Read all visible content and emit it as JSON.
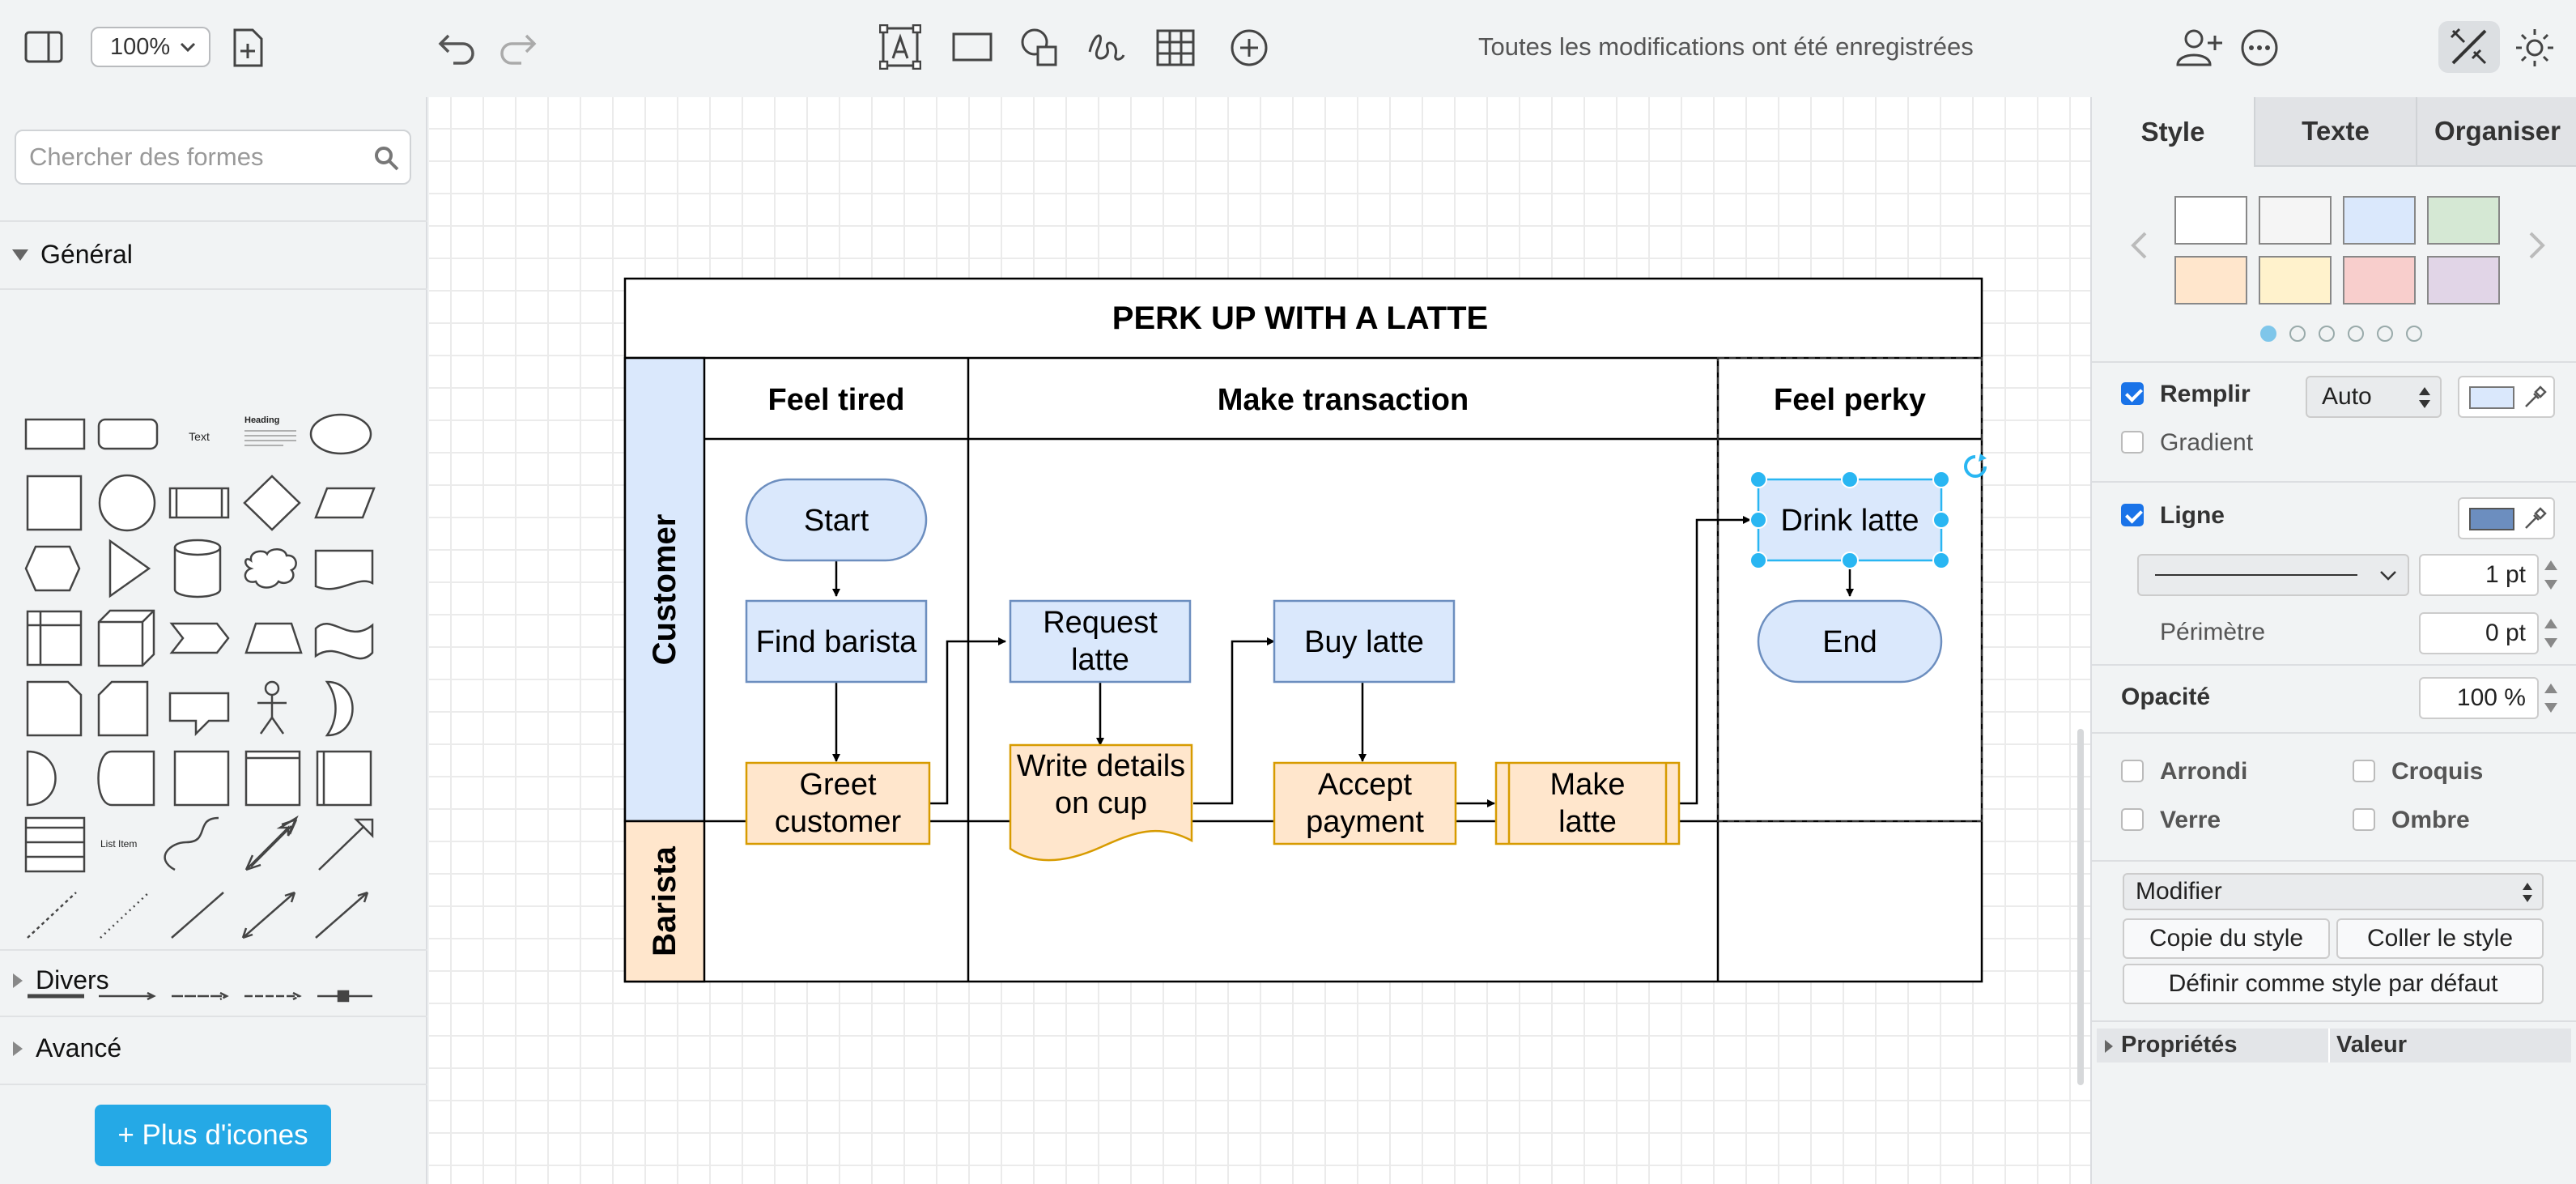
{
  "toolbar": {
    "zoom": "100%",
    "save_status": "Toutes les modifications ont été enregistrées"
  },
  "sidebar": {
    "search_placeholder": "Chercher des formes",
    "sections": {
      "general": "Général",
      "misc": "Divers",
      "advanced": "Avancé"
    },
    "shape_labels": {
      "text": "Text",
      "heading": "Heading",
      "list_item": "List Item"
    },
    "more_shapes": "+ Plus d'icones"
  },
  "diagram": {
    "title": "PERK UP WITH A LATTE",
    "phases": [
      "Feel tired",
      "Make transaction",
      "Feel perky"
    ],
    "lanes": [
      "Customer",
      "Barista"
    ],
    "nodes": {
      "start": "Start",
      "find_barista": "Find barista",
      "request_latte": [
        "Request",
        "latte"
      ],
      "buy_latte": "Buy latte",
      "drink_latte": "Drink latte",
      "end": "End",
      "greet_customer": [
        "Greet",
        "customer"
      ],
      "write_details": [
        "Write details",
        "on cup"
      ],
      "accept_payment": [
        "Accept",
        "payment"
      ],
      "make_latte": [
        "Make",
        "latte"
      ]
    },
    "colors": {
      "customer_fill": "#dae8fc",
      "customer_stroke": "#6c8ebf",
      "barista_fill": "#ffe6cc",
      "barista_stroke": "#d79b00",
      "selection": "#29b6f2"
    }
  },
  "panel": {
    "tabs": [
      "Style",
      "Texte",
      "Organiser"
    ],
    "swatches": [
      "#ffffff",
      "#f5f5f5",
      "#dae8fc",
      "#d5e8d4",
      "#ffe6cc",
      "#fff2cc",
      "#f8cecc",
      "#e1d5e7"
    ],
    "fill": {
      "label": "Remplir",
      "mode": "Auto",
      "color": "#dae8fc"
    },
    "gradient": "Gradient",
    "line": {
      "label": "Ligne",
      "color": "#6c8ebf",
      "width": "1 pt",
      "perimeter_label": "Périmètre",
      "perimeter": "0 pt"
    },
    "opacity": {
      "label": "Opacité",
      "value": "100 %"
    },
    "options": {
      "rounded": "Arrondi",
      "sketch": "Croquis",
      "glass": "Verre",
      "shadow": "Ombre"
    },
    "edit_select": "Modifier",
    "copy_style": "Copie du style",
    "paste_style": "Coller le style",
    "set_default": "Définir comme style par défaut",
    "props_header": [
      "Propriétés",
      "Valeur"
    ]
  }
}
